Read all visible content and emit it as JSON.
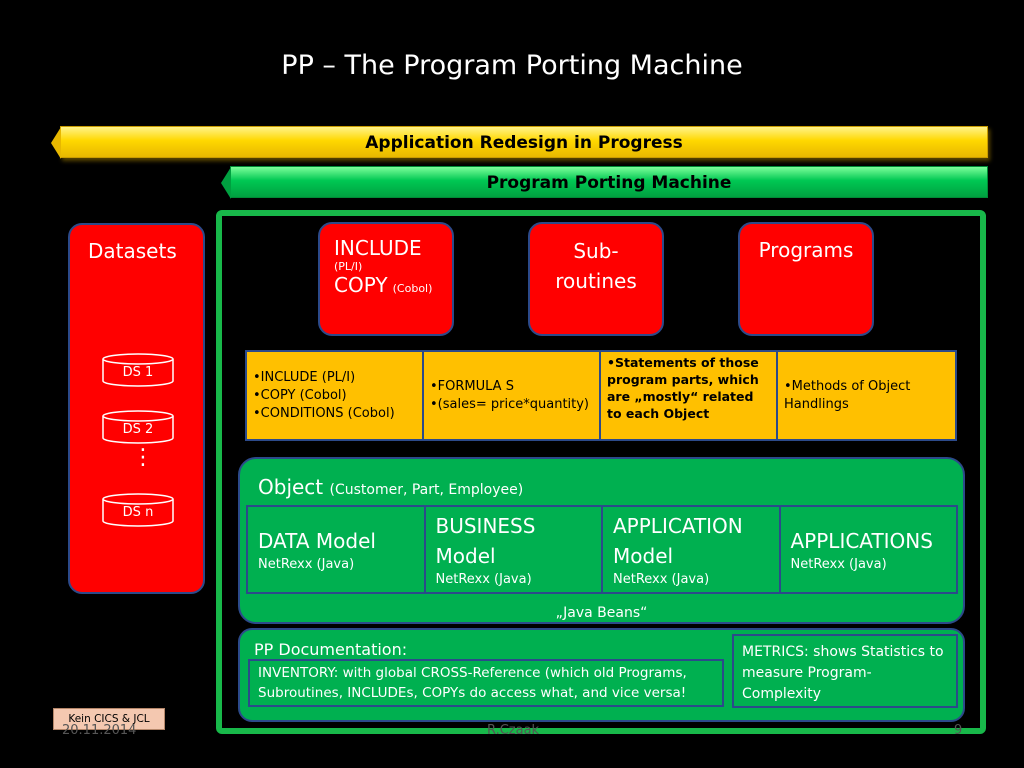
{
  "title": "PP   –   The Program Porting Machine",
  "banners": {
    "redesign": "Application Redesign in Progress",
    "porting": "Program Porting Machine"
  },
  "datasets": {
    "label": "Datasets",
    "items": [
      "DS 1",
      "DS 2",
      "DS n"
    ],
    "ellipsis": "⋮"
  },
  "top_boxes": {
    "include": {
      "line1": "INCLUDE",
      "line2": "(PL/I)",
      "line3": "COPY",
      "line3_small": "(Cobol)"
    },
    "subroutines": {
      "line1": "Sub-",
      "line2": "routines"
    },
    "programs": "Programs"
  },
  "yellow_row": {
    "c1": [
      "•INCLUDE (PL/I)",
      "•COPY (Cobol)",
      "•CONDITIONS (Cobol)"
    ],
    "c2": [
      "•FORMULA S",
      "•(sales= price*quantity)"
    ],
    "c3": "•Statements of those program parts, which are „mostly“ related to each Object",
    "c4": "•Methods of Object Handlings"
  },
  "object": {
    "title": "Object",
    "subtitle": "(Customer, Part, Employee)",
    "models": [
      {
        "title": "DATA Model",
        "sub": "NetRexx (Java)"
      },
      {
        "title": "BUSINESS Model",
        "sub": "NetRexx (Java)"
      },
      {
        "title": "APPLICATION Model",
        "sub": "NetRexx (Java)"
      },
      {
        "title": "APPLICATIONS",
        "sub": "NetRexx (Java)"
      }
    ],
    "beans": "„Java Beans“"
  },
  "documentation": {
    "title": "PP Documentation:",
    "inventory": "INVENTORY:  with  global CROSS-Reference (which old  Programs, Subroutines, INCLUDEs, COPYs do access what, and vice versa!",
    "metrics": "METRICS: shows Statistics to measure Program-Complexity"
  },
  "footer": {
    "note": "Kein CICS & JCL",
    "date": "20.11.2014",
    "author": "R.Czaak",
    "page": "9"
  },
  "colors": {
    "background": "#000000",
    "yellow_banner": "#ffd800",
    "green_banner": "#00c853",
    "red_box": "#ff0000",
    "yellow_cell": "#ffc000",
    "green_box": "#00b050",
    "border_blue": "#2c4a8a"
  }
}
